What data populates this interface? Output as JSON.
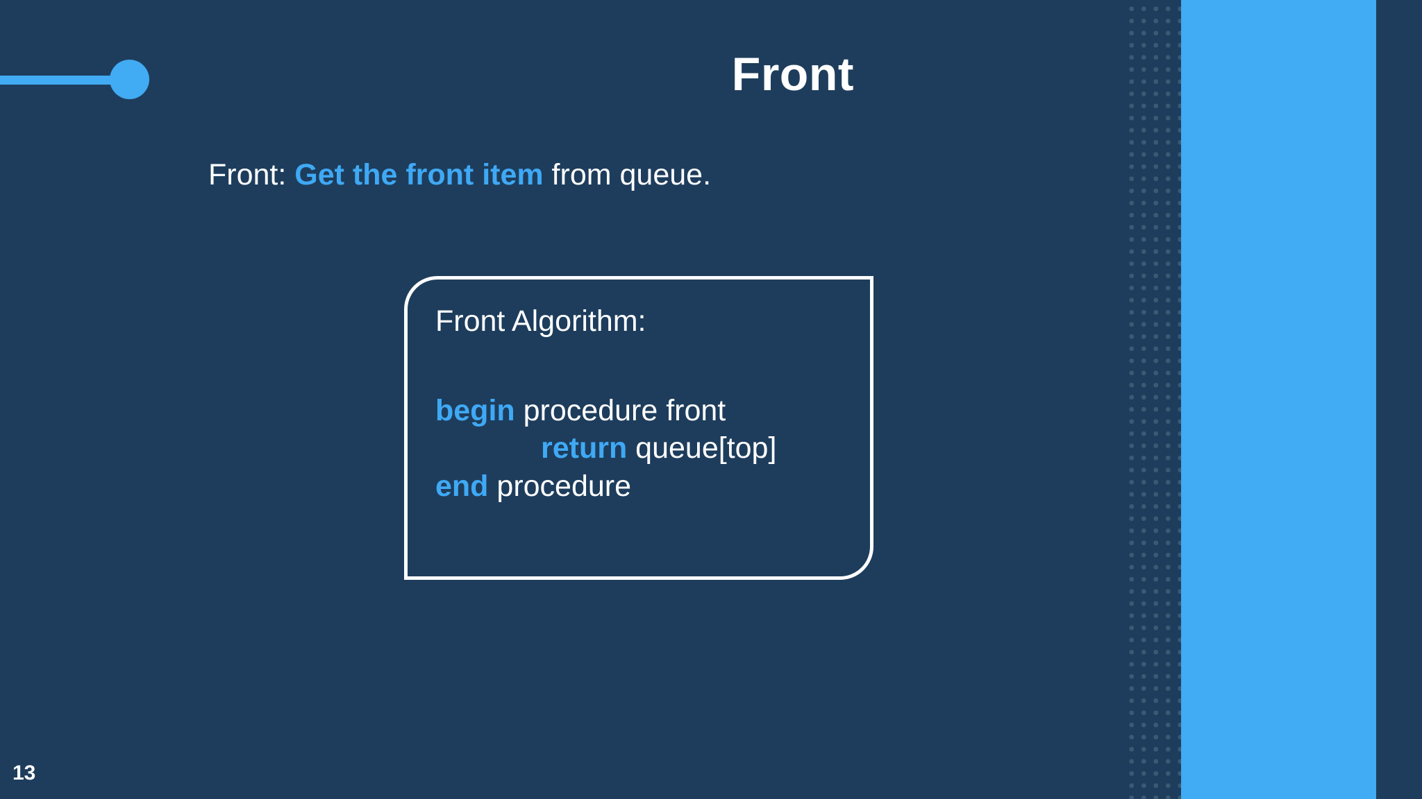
{
  "slide": {
    "title": "Front",
    "page_number": "13",
    "background_color": "#1e3d5c",
    "accent_color": "#41abf3",
    "keyword_color": "#3fa9f5",
    "text_color": "#ffffff"
  },
  "subtitle": {
    "lead": "Front: ",
    "highlight": "Get the front item",
    "trail": " from queue."
  },
  "algorithm_box": {
    "heading": "Front Algorithm:",
    "lines": [
      {
        "keyword": "begin",
        "rest": " procedure front",
        "indented": false
      },
      {
        "keyword": "return",
        "rest": " queue[top]",
        "indented": true
      },
      {
        "keyword": "end",
        "rest": " procedure",
        "indented": false
      }
    ]
  },
  "decor": {
    "slider_label": "progress-slider",
    "dots_label": "dot-pattern-band",
    "band_label": "accent-band"
  }
}
